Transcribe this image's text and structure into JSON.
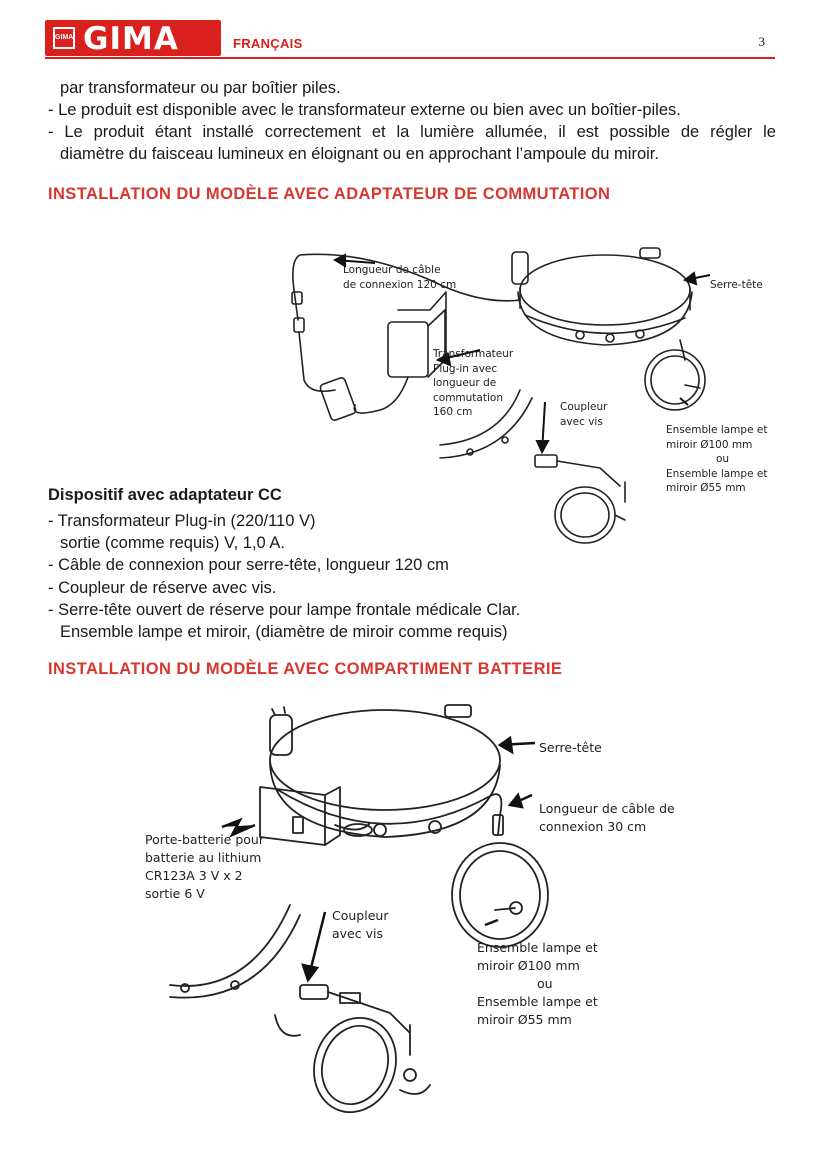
{
  "header": {
    "brand": "GIMA",
    "emblem": "GIMA",
    "language": "FRANÇAIS",
    "page_number": "3"
  },
  "intro": {
    "line1": "par transformateur ou par boîtier piles.",
    "line2": "- Le produit est disponible avec le transformateur externe ou bien avec un boîtier-piles.",
    "line3a": "- Le produit étant installé correctement et la lumière allumée, il est possible de régler le",
    "line3b": "diamètre du faisceau lumineux en éloignant ou en approchant l’ampoule du miroir."
  },
  "section1": {
    "title": "INSTALLATION DU MODÈLE AVEC ADAPTATEUR DE COMMUTATION",
    "callouts": {
      "cable": [
        "Longueur de câble",
        "de connexion 120 cm"
      ],
      "headband": [
        "Serre-tête"
      ],
      "transformer": [
        "Transformateur",
        "Plug-in avec",
        "longueur de",
        "commutation",
        "160 cm"
      ],
      "coupler": [
        "Coupleur",
        "avec vis"
      ],
      "lamp_100": [
        "Ensemble lampe et",
        "miroir Ø100 mm"
      ],
      "or": "ou",
      "lamp_55": [
        "Ensemble lampe et",
        "miroir Ø55 mm"
      ]
    },
    "specs_title": "Dispositif avec adaptateur CC",
    "specs": [
      "- Transformateur Plug-in (220/110 V)",
      "sortie (comme requis) V, 1,0 A.",
      "- Câble de connexion pour serre-tête, longueur 120 cm",
      "- Coupleur de réserve avec vis.",
      "- Serre-tête ouvert de réserve pour lampe frontale médicale Clar.",
      "Ensemble lampe et miroir, (diamètre de miroir comme requis)"
    ]
  },
  "section2": {
    "title": "INSTALLATION DU MODÈLE AVEC COMPARTIMENT BATTERIE",
    "callouts": {
      "headband": [
        "Serre-tête"
      ],
      "cable": [
        "Longueur de câble de",
        "connexion 30 cm"
      ],
      "battery": [
        "Porte-batterie pour",
        "batterie au lithium",
        "CR123A 3 V x 2",
        "sortie 6 V"
      ],
      "coupler": [
        "Coupleur",
        "avec vis"
      ],
      "lamp_100": [
        "Ensemble lampe et",
        "miroir Ø100 mm"
      ],
      "or": "ou",
      "lamp_55": [
        "Ensemble lampe et",
        "miroir Ø55 mm"
      ]
    }
  }
}
